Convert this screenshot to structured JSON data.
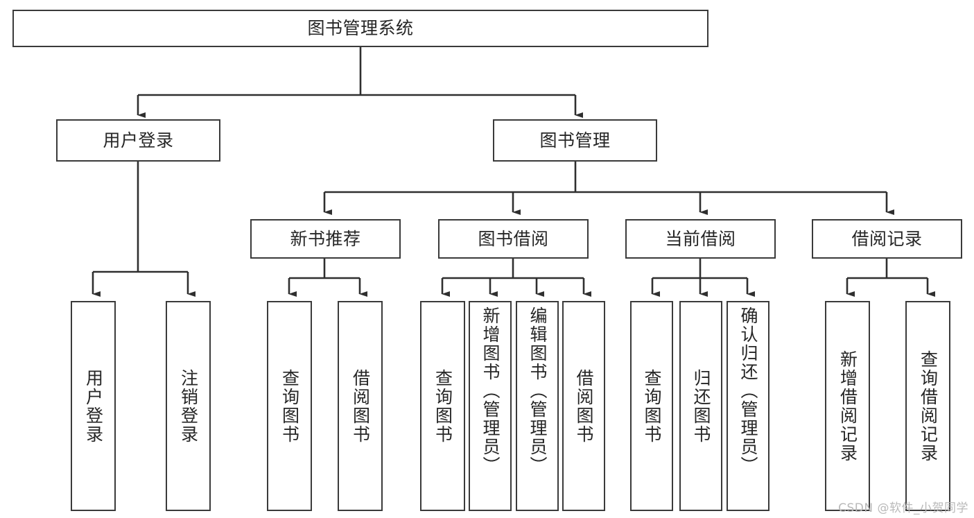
{
  "diagram": {
    "title": "图书管理系统",
    "watermark": "CSDN @软件_小贺同学",
    "accent_border": "#3a3a3a",
    "text_color": "#262626",
    "background": "#ffffff",
    "nodes": {
      "root": {
        "label": "图书管理系统"
      },
      "tier2": [
        {
          "label": "用户登录"
        },
        {
          "label": "图书管理"
        }
      ],
      "tier3": [
        {
          "label": "新书推荐"
        },
        {
          "label": "图书借阅"
        },
        {
          "label": "当前借阅"
        },
        {
          "label": "借阅记录"
        }
      ],
      "leaves": {
        "user_login": [
          {
            "label": "用户登录"
          },
          {
            "label": "注销登录"
          }
        ],
        "new_book": [
          {
            "label": "查询图书"
          },
          {
            "label": "借阅图书"
          }
        ],
        "book_borrow": [
          {
            "label": "查询图书"
          },
          {
            "label": "新增图书（管理员）"
          },
          {
            "label": "编辑图书（管理员）"
          },
          {
            "label": "借阅图书"
          }
        ],
        "current_borrow": [
          {
            "label": "查询图书"
          },
          {
            "label": "归还图书"
          },
          {
            "label": "确认归还（管理员）"
          }
        ],
        "borrow_record": [
          {
            "label": "新增借阅记录"
          },
          {
            "label": "查询借阅记录"
          }
        ]
      }
    }
  }
}
